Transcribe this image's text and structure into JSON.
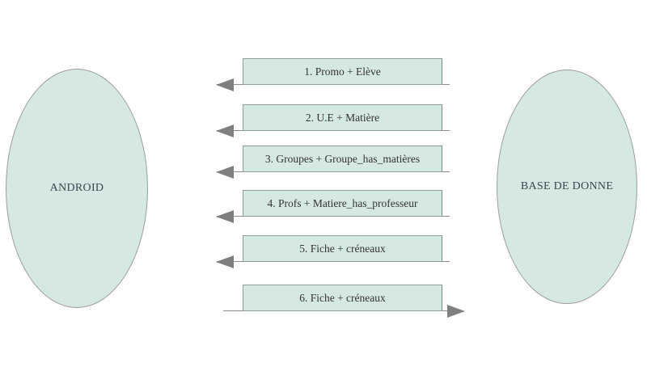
{
  "diagram": {
    "left_node": {
      "label": "ANDROID"
    },
    "right_node": {
      "label": "BASE DE DONNE"
    },
    "messages": [
      {
        "label": "1. Promo + Elève",
        "direction": "left"
      },
      {
        "label": "2. U.E + Matière",
        "direction": "left"
      },
      {
        "label": "3. Groupes + Groupe_has_matières",
        "direction": "left"
      },
      {
        "label": "4. Profs + Matiere_has_professeur",
        "direction": "left"
      },
      {
        "label": "5. Fiche + créneaux",
        "direction": "left"
      },
      {
        "label": "6. Fiche + créneaux",
        "direction": "right"
      }
    ],
    "colors": {
      "shape_fill": "#d6e8e2",
      "shape_border": "#9c9c9c",
      "arrow": "#7f7f7f",
      "text": "#333333"
    }
  }
}
